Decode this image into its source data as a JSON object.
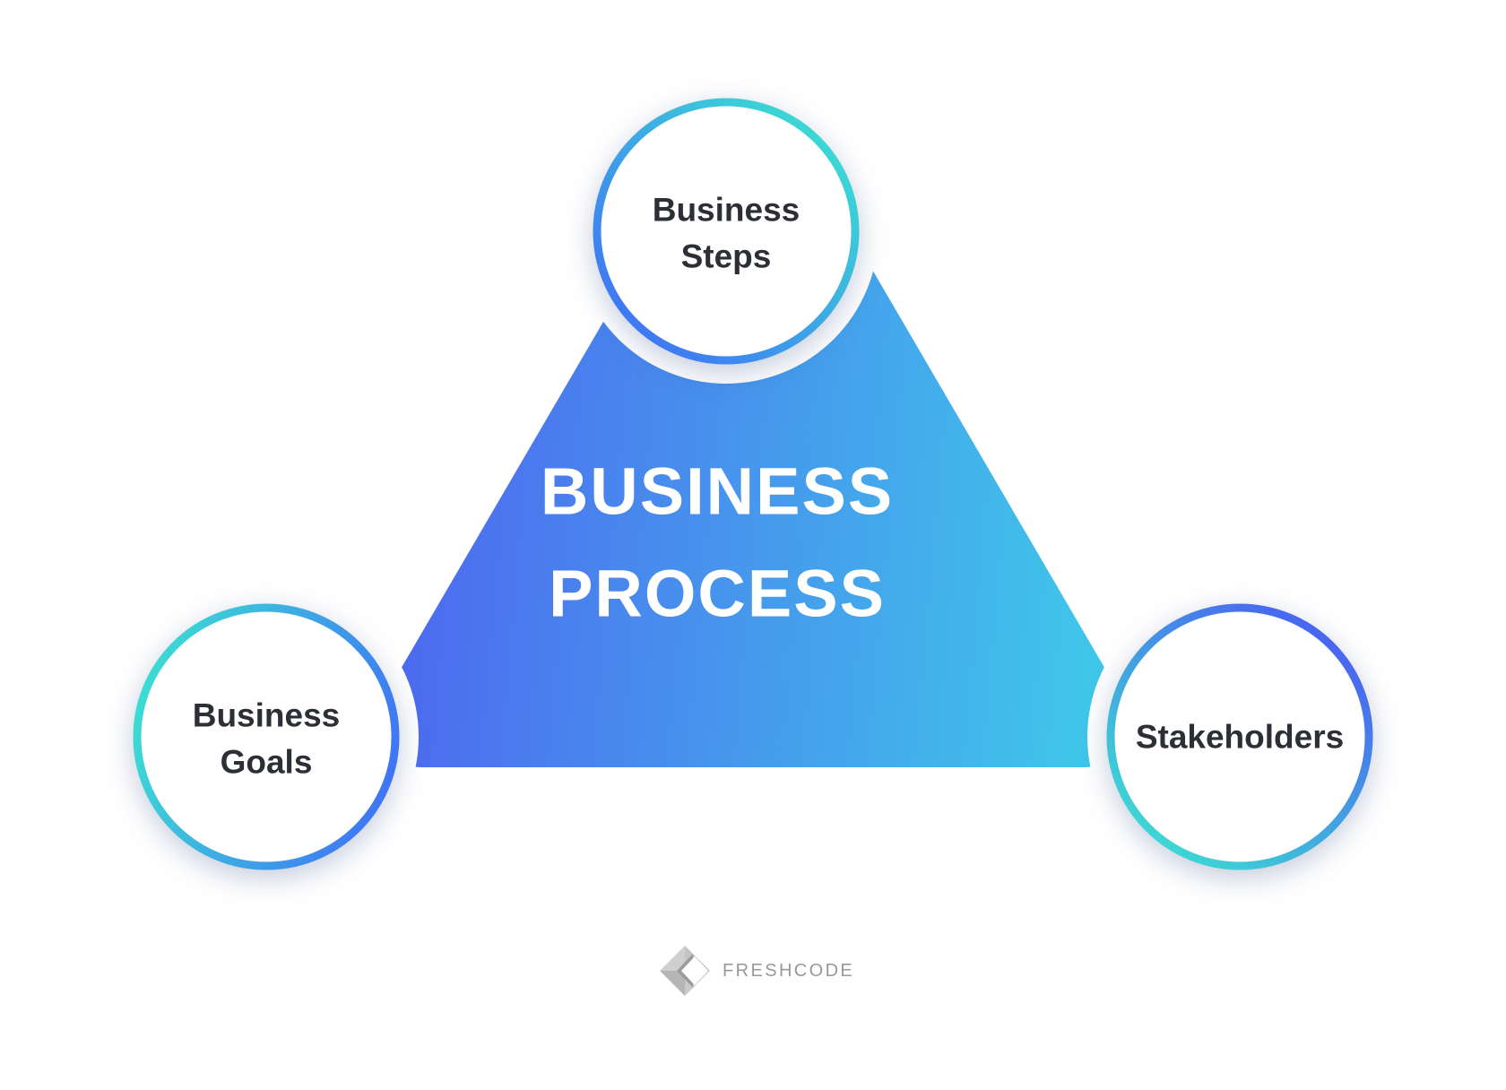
{
  "title": {
    "line1": "BUSINESS",
    "line2": "PROCESS"
  },
  "nodes": {
    "top": {
      "line1": "Business",
      "line2": "Steps"
    },
    "left": {
      "line1": "Business",
      "line2": "Goals"
    },
    "right": {
      "label": "Stakeholders"
    }
  },
  "logo": {
    "text": "FRESHCODE"
  },
  "colors": {
    "background": "#ffffff",
    "triangle_left": "#4E63F0",
    "triangle_right": "#3ECFE9",
    "teal": "#3CDCD3",
    "blue": "#3F74F5",
    "indigo": "#4A5FF2",
    "circle_fill": "#ffffff",
    "halo": "#ffffff",
    "label_text": "#2D2F36",
    "title_text": "#ffffff",
    "logo_text": "#97989B",
    "logo_gray_light": "#CFCFCF",
    "logo_gray_mid": "#C3C3C3",
    "logo_gray_soft": "#C9C9C9",
    "logo_gray_dark": "#B5B5B5",
    "logo_gray_deep": "#9B9B9B"
  }
}
